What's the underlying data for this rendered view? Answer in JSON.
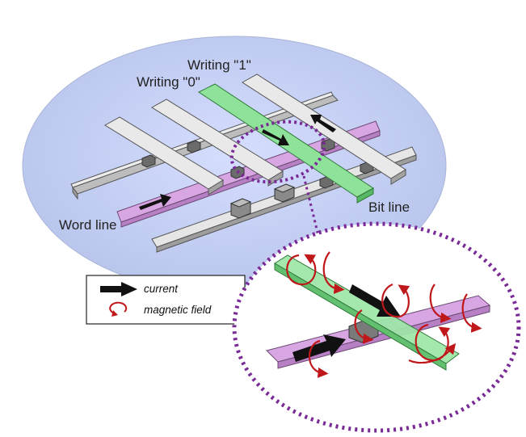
{
  "labels": {
    "writing_one": "Writing \"1\"",
    "writing_zero": "Writing \"0\"",
    "word_line": "Word line",
    "bit_line": "Bit line"
  },
  "legend": {
    "current": "current",
    "magnetic_field": "magnetic field"
  },
  "colors": {
    "background_ellipse": "#b9c6ea",
    "bit_line_green": "#8fe29a",
    "word_line_purple": "#d9a6e4",
    "gray_line": "#e4e4e4",
    "highlight_dots": "#7a2a96",
    "field_arrows": "#c0171b",
    "current_arrows": "#111111"
  },
  "icons": {
    "current": "current-arrow-icon",
    "magnetic_field": "magnetic-field-loop-icon"
  }
}
